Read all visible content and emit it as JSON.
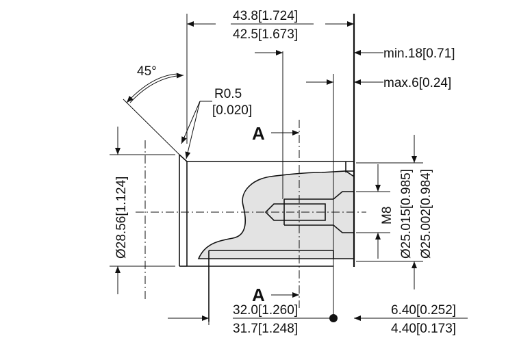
{
  "dims": {
    "overall_len_max": "43.8[1.724]",
    "overall_len_min": "42.5[1.673]",
    "min_gap": "min.18[0.71]",
    "max_gap": "max.6[0.24]",
    "chamfer_angle": "45°",
    "radius_line1": "R0.5",
    "radius_line2": "[0.020]",
    "section_label": "A",
    "shaft_dia": "Ø28.56[1.124]",
    "pilot_dia_max": "Ø25.015[0.985]",
    "pilot_dia_min": "Ø25.002[0.984]",
    "thread": "M8",
    "bottom_len_max": "32.0[1.260]",
    "bottom_len_min": "31.7[1.248]",
    "face_len_max": "6.40[0.252]",
    "face_len_min": "4.40[0.173]"
  }
}
